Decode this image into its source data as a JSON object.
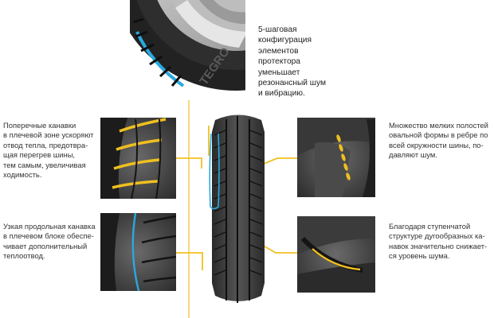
{
  "callouts": {
    "tread_configuration": "5-шаговая\nконфигурация\nэлементов\nпротектора\nуменьшает\nрезонансный шум\nи вибрацию.",
    "transverse_grooves": "Поперечные канавки\nв плечевой зоне ускоряют\nотвод тепла, предотвра-\nщая перегрев шины,\nтем самым, увеличивая\nходимость.",
    "longitudinal_groove": "Узкая продольная канавка\nв плечевом блоке обеспе-\nчивает дополнительный\nтеплоотвод.",
    "oval_cavities": "Множество мелких полостей\nовальной формы в ребре по\nвсей окружности шины, по-\nдавляют шум.",
    "stepped_grooves": "Благодаря ступенчатой\nструктуре дугообразных ка-\nнавок значительно снижает-\nся уровень шума."
  },
  "tire_sidewall_text": "TEGRO",
  "colors": {
    "connector": "#f0c020",
    "tread_accent": "#29a9e0",
    "tire_dark": "#1e1e1e",
    "rim": "#a8a8a8"
  }
}
